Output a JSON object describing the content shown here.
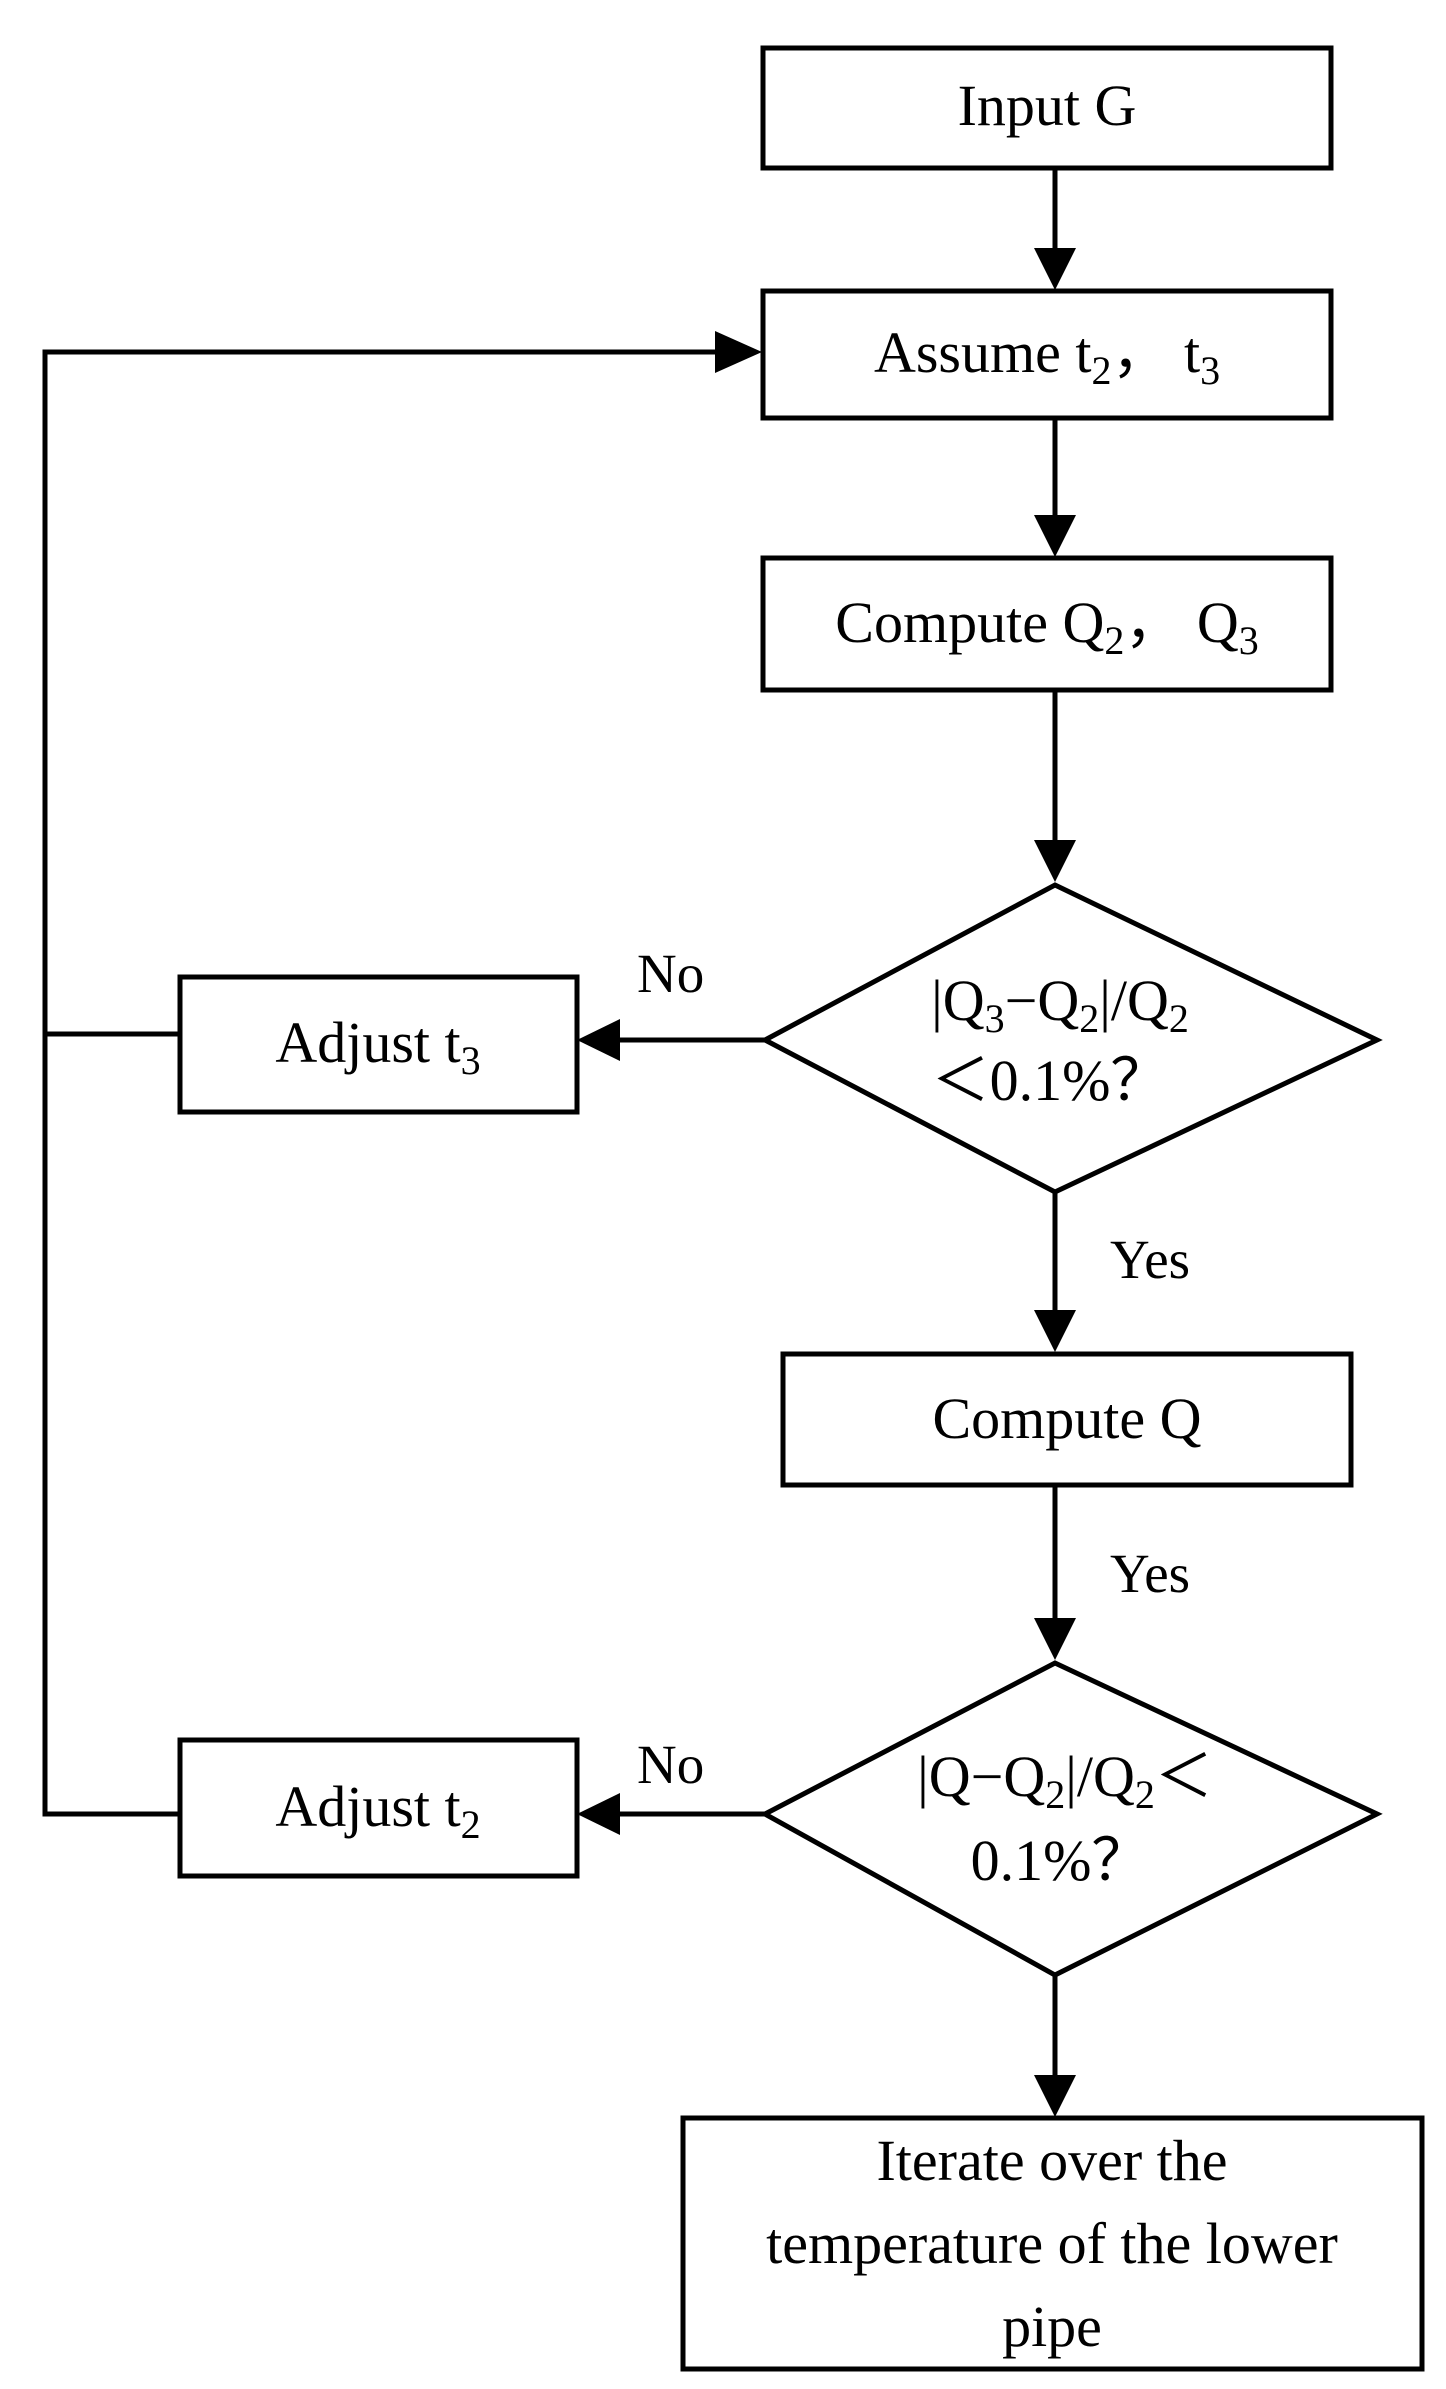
{
  "nodes": {
    "input": {
      "text": "Input G"
    },
    "assume": {
      "text": "Assume t",
      "sub_a": "2",
      "sep": "，  t",
      "sub_b": "3"
    },
    "compute_q23": {
      "text": "Compute Q",
      "sub_a": "2",
      "sep": "，  Q",
      "sub_b": "3"
    },
    "decision1": {
      "line1_a": "|Q",
      "sub_a": "3",
      "line1_b": "−Q",
      "sub_b": "2",
      "line1_c": "|/Q",
      "sub_c": "2",
      "line2": "＜0.1%？"
    },
    "adjust_t3": {
      "text": "Adjust t",
      "sub": "3"
    },
    "compute_q": {
      "text": "Compute Q"
    },
    "decision2": {
      "line1_a": "|Q−Q",
      "sub_a": "2",
      "line1_b": "|/Q",
      "sub_b": "2",
      "line1_c": "＜",
      "line2": "0.1%？"
    },
    "adjust_t2": {
      "text": "Adjust t",
      "sub": "2"
    },
    "iterate": {
      "line1": "Iterate over the",
      "line2": "temperature of the lower",
      "line3": "pipe"
    }
  },
  "edge_labels": {
    "no1": "No",
    "yes1": "Yes",
    "yes2": "Yes",
    "no2": "No"
  }
}
